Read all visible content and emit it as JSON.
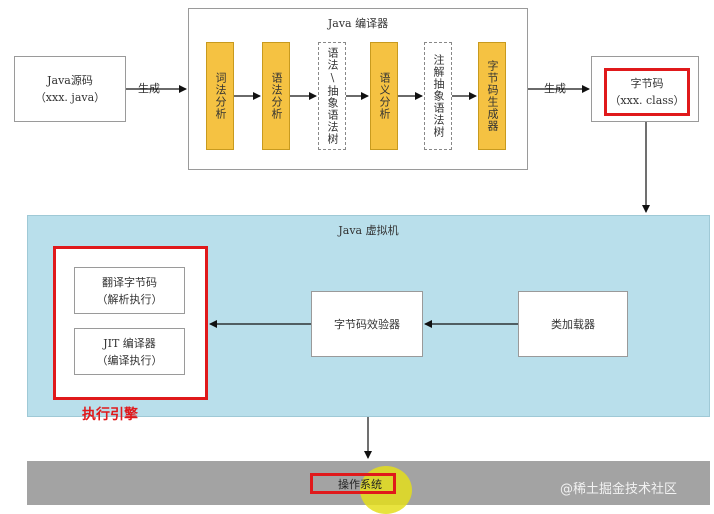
{
  "compiler": {
    "title": "Java 编译器",
    "stages": [
      "词法分析",
      "语法分析",
      "语法\\抽象语法树",
      "语义分析",
      "注解抽象语法树",
      "字节码生成器"
    ]
  },
  "source": {
    "line1": "Java源码",
    "line2": "（xxx. java）"
  },
  "arrow_label_left": "生成",
  "arrow_label_right": "生成",
  "bytecode": {
    "line1": "字节码",
    "line2": "（xxx. class）"
  },
  "jvm": {
    "title": "Java 虚拟机",
    "interpreter": {
      "line1": "翻译字节码",
      "line2": "（解析执行）"
    },
    "jit": {
      "line1": "JIT 编译器",
      "line2": "（编译执行）"
    },
    "verifier": "字节码效验器",
    "class_loader": "类加载器"
  },
  "engine_label": "执行引擎",
  "os": "操作系统",
  "watermark": "@稀土掘金技术社区",
  "colors": {
    "stage_fill": "#f5c242",
    "jvm_fill": "#b9dfeb",
    "os_fill": "#a3a3a3",
    "highlight": "#e0191b",
    "cursor": "#e4de1c"
  }
}
